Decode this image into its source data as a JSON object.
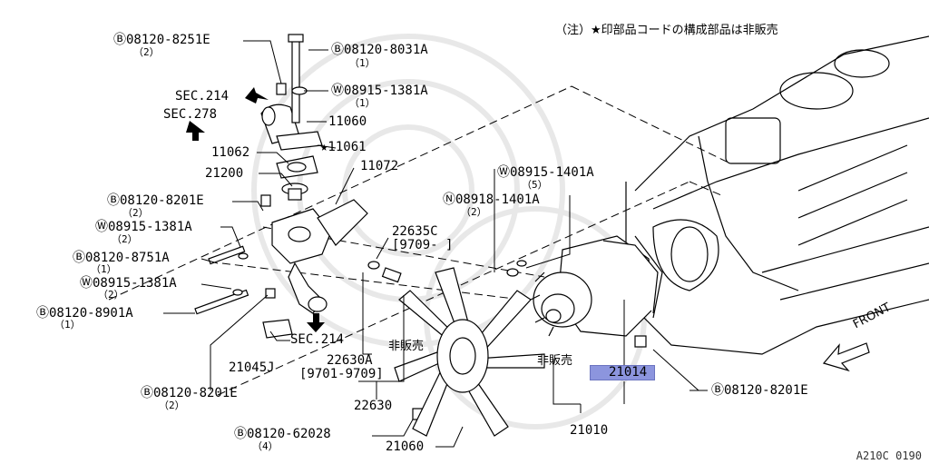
{
  "note": "（注）★印部品コードの構成部品は非販売",
  "labels": {
    "l1": "Ⓑ08120-8251E",
    "l1q": "（2）",
    "l2": "Ⓑ08120-8031A",
    "l2q": "（1）",
    "l3": "Ⓦ08915-1381A",
    "l3q": "（1）",
    "sec214a": "SEC.214",
    "sec278": "SEC.278",
    "p11060": "11060",
    "p11061": "★11061",
    "p11062": "11062",
    "p11072": "11072",
    "p21200": "21200",
    "l4": "Ⓑ08120-8201E",
    "l4q": "（2）",
    "l5": "Ⓦ08915-1381A",
    "l5q": "（2）",
    "l6": "Ⓑ08120-8751A",
    "l6q": "（1）",
    "l7": "Ⓦ08915-1381A",
    "l7q": "（2）",
    "l8": "Ⓑ08120-8901A",
    "l8q": "（1）",
    "p22635c": "22635C",
    "p22635c_date": "[9709-      ]",
    "l9": "Ⓦ08915-1401A",
    "l9q": "（5）",
    "l10": "Ⓝ08918-1401A",
    "l10q": "（2）",
    "sec214b": "SEC.214",
    "hihanbai1": "非販売",
    "hihanbai2": "非販売",
    "p21045j": "21045J",
    "p22630a": "22630A",
    "p22630a_date": "[9701-9709]",
    "p22630": "22630",
    "l11": "Ⓑ08120-8201E",
    "l11q": "（2）",
    "l12": "Ⓑ08120-62028",
    "l12q": "（4）",
    "p21060": "21060",
    "p21010": "21010",
    "p21014": "21014",
    "l13": "Ⓑ08120-8201E",
    "front": "FRONT",
    "code": "A210C 0190"
  },
  "colors": {
    "highlight": "#8c95de",
    "line": "#000000",
    "watermark": "#e6e6e6"
  }
}
